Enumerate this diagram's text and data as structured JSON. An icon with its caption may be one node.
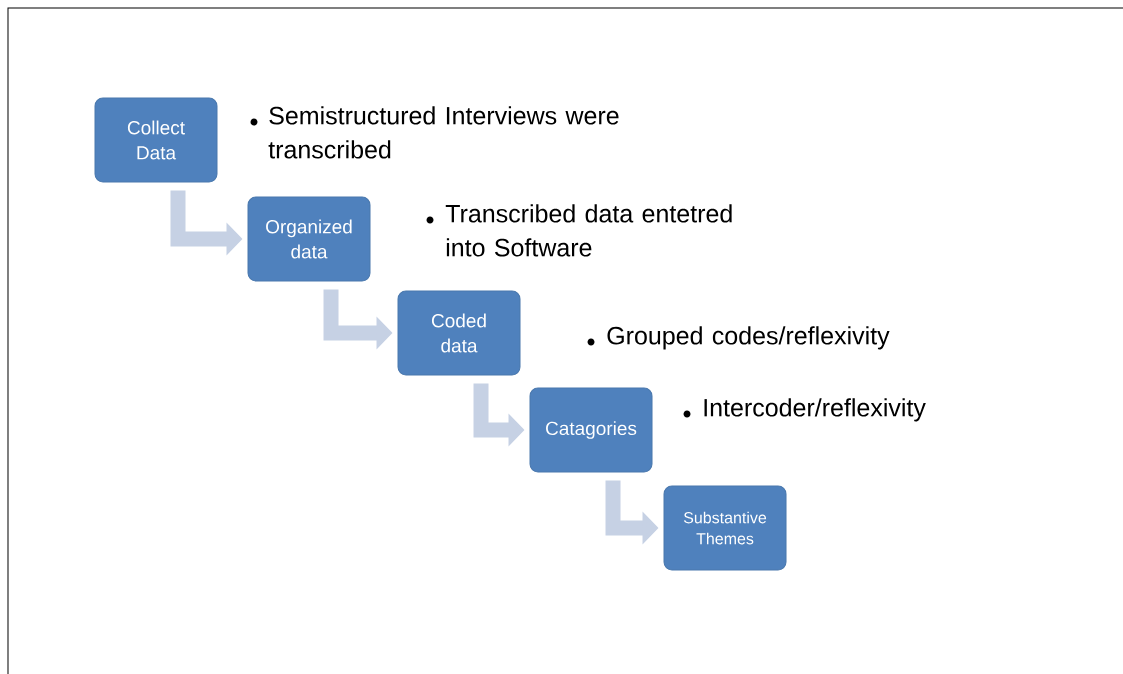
{
  "diagram": {
    "nodes": [
      {
        "text": [
          "Collect Data"
        ],
        "beside": [
          "Semistructured Interviews were transcribed"
        ]
      },
      {
        "text": [
          "Organized data"
        ]
      },
      {
        "text": [
          "Coded data"
        ]
      },
      {
        "text": [
          "Catagories"
        ]
      },
      {
        "text": [
          "Substantive Themes"
        ]
      }
    ],
    "edges": [
      {
        "from": 0,
        "to": 1,
        "arrow": "to"
      },
      {
        "from": 1,
        "to": 2,
        "arrow": "to"
      },
      {
        "from": 2,
        "to": 3,
        "arrow": "to"
      },
      {
        "from": 3,
        "to": 4,
        "arrow": "to"
      }
    ],
    "labels": [
      "Transcribed data entetred into Software",
      "Grouped codes/reflexivity",
      "Intercoder/reflexivity"
    ]
  }
}
